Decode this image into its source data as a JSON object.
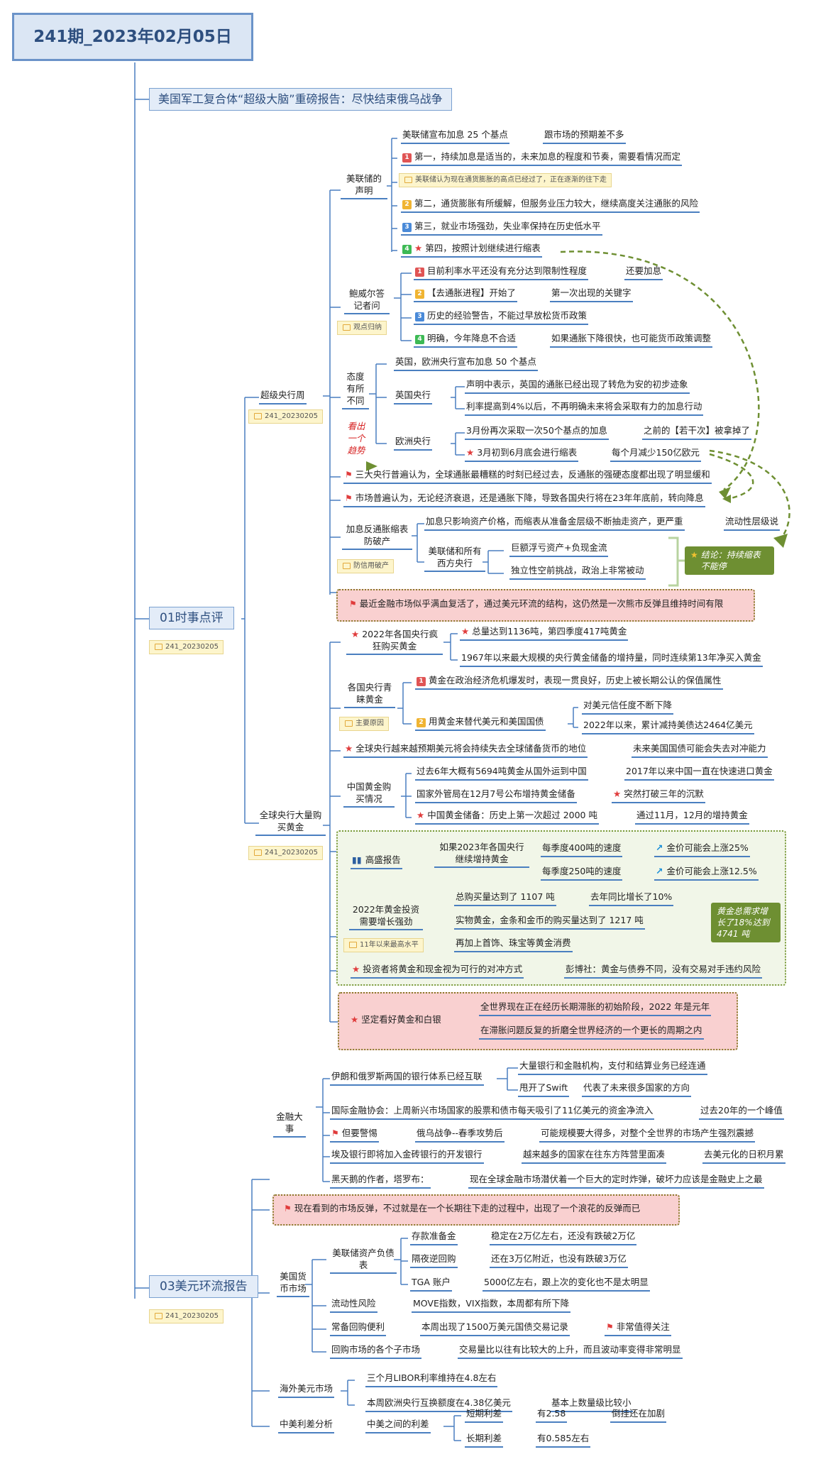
{
  "root": {
    "title": "241期_2023年02月05日"
  },
  "headline": "美国军工复合体“超级大脑”重磅报告：尽快结束俄乌战争",
  "sec01": {
    "title": "01时事点评",
    "tag": "241_20230205",
    "weekly": {
      "label": "超级央行周",
      "tag": "241_20230205",
      "fed": {
        "label": "美联储的声明",
        "hike": "美联储宣布加息 25 个基点",
        "hike_note": "跟市场的预期差不多",
        "p1": "第一，持续加息是适当的，未来加息的程度和节奏，需要看情况而定",
        "p1_note": "美联储认为现在通货膨胀的高点已经过了，正在逐渐的往下走",
        "p2": "第二，通货膨胀有所缓解，但服务业压力较大，继续高度关注通胀的风险",
        "p3": "第三，就业市场强劲，失业率保持在历史低水平",
        "p4": "第四，按照计划继续进行缩表"
      },
      "powell": {
        "label": "鲍威尔答记者问",
        "tag": "观点归纳",
        "p1": "目前利率水平还没有充分达到限制性程度",
        "p1_note": "还要加息",
        "p2": "【去通胀进程】开始了",
        "p2_note": "第一次出现的关键字",
        "p3": "历史的经验警告，不能过早放松货币政策",
        "p4": "明确，今年降息不合适",
        "p4_note": "如果通胀下降很快，也可能货币政策调整"
      },
      "attitude": {
        "label": "态度有所不同",
        "red_note": "看出一个趋势",
        "both": "英国，欧洲央行宣布加息 50 个基点",
        "boe": "英国央行",
        "boe1": "声明中表示，英国的通胀已经出现了转危为安的初步迹象",
        "boe2": "利率提高到4%以后，不再明确未来将会采取有力的加息行动",
        "ecb": "欧洲央行",
        "ecb1": "3月份再次采取一次50个基点的加息",
        "ecb1_note": "之前的【若干次】被拿掉了",
        "ecb2": "3月初到6月底会进行缩表",
        "ecb2_note": "每个月减少150亿欧元"
      },
      "flag1": "三大央行普遍认为，全球通胀最糟糕的时刻已经过去，反通胀的强硬态度都出现了明显缓和",
      "flag2": "市场普遍认为，无论经济衰退，还是通胀下降，导致各国央行将在23年年底前，转向降息",
      "qt": {
        "label": "加息反通胀缩表防破产",
        "tag": "防信用破产",
        "a": "加息只影响资产价格，而缩表从准备金层级不断抽走资产，更严重",
        "a_note": "流动性层级说",
        "west": "美联储和所有西方央行",
        "w1": "巨额浮亏资产+负现金流",
        "w2": "独立性空前挑战，政治上非常被动",
        "conclusion": "结论：持续缩表不能停"
      },
      "warning": "最近金融市场似乎满血复活了，通过美元环流的结构，这仍然是一次熊市反弹且维持时间有限"
    },
    "gold": {
      "label": "全球央行大量购买黄金",
      "tag": "241_20230205",
      "y2022": "2022年各国央行疯狂购买黄金",
      "y1": "总量达到1136吨，第四季度417吨黄金",
      "y2": "1967年以来最大规模的央行黄金储备的增持量，同时连续第13年净买入黄金",
      "green": {
        "label": "各国央行青睐黄金",
        "tag": "主要原因",
        "g1": "黄金在政治经济危机爆发时，表现一贯良好，历史上被长期公认的保值属性",
        "g2": "用黄金来替代美元和美国国债",
        "g2a": "对美元信任度不断下降",
        "g2b": "2022年以来，累计减持美债达2464亿美元"
      },
      "worry": "全球央行越来越预期美元将会持续失去全球储备货币的地位",
      "worry_note": "未来美国国债可能会失去对冲能力",
      "china": {
        "label": "中国黄金购买情况",
        "c1": "过去6年大概有5694吨黄金从国外运到中国",
        "c1_note": "2017年以来中国一直在快速进口黄金",
        "c2": "国家外管局在12月7号公布增持黄金储备",
        "c2_note": "突然打破三年的沉默",
        "c3": "中国黄金储备：历史上第一次超过 2000 吨",
        "c3_note": "通过11月，12月的增持黄金"
      },
      "gs": {
        "label": "高盛报告",
        "cond": "如果2023年各国央行继续增持黄金",
        "s1": "每季度400吨的速度",
        "s1r": "金价可能会上涨25%",
        "s2": "每季度250吨的速度",
        "s2r": "金价可能会上涨12.5%"
      },
      "demand": {
        "label": "2022年黄金投资需要增长强劲",
        "tag": "11年以来最高水平",
        "d1": "总购买量达到了 1107 吨",
        "d1_note": "去年同比增长了10%",
        "d2": "实物黄金，金条和金币的购买量达到了 1217 吨",
        "d3": "再加上首饰、珠宝等黄金消费",
        "summary": "黄金总需求增长了18%达到 4741 吨"
      },
      "hedge": "投资者将黄金和现金视为可行的对冲方式",
      "hedge_note": "彭博社：黄金与债券不同，没有交易对手违约风险",
      "bull": "坚定看好黄金和白银",
      "bull1": "全世界现在正在经历长期滞胀的初始阶段，2022 年是元年",
      "bull2": "在滞胀问题反复的折磨全世界经济的一个更长的周期之内"
    }
  },
  "sec03": {
    "title": "03美元环流报告",
    "tag": "241_20230205",
    "finance": {
      "label": "金融大事",
      "iran": "伊朗和俄罗斯两国的银行体系已经互联",
      "iran1": "大量银行和金融机构，支付和结算业务已经连通",
      "iran2": "甩开了Swift",
      "iran2_note": "代表了未来很多国家的方向",
      "iif": "国际金融协会：上周新兴市场国家的股票和债市每天吸引了11亿美元的资金净流入",
      "iif_note": "过去20年的一个峰值",
      "warn": "但要警惕",
      "warn_a": "俄乌战争--春季攻势后",
      "warn_b": "可能规模要大得多，对整个全世界的市场产生强烈震撼",
      "egypt": "埃及银行即将加入金砖银行的开发银行",
      "egypt_a": "越来越多的国家在往东方阵营里面凑",
      "egypt_b": "去美元化的日积月累",
      "swan": "黑天鹅的作者，塔罗布：",
      "swan_note": "现在全球金融市场潜伏着一个巨大的定时炸弹，破坏力应该是金融史上之最"
    },
    "rebound": "现在看到的市场反弹，不过就是在一个长期往下走的过程中，出现了一个浪花的反弹而已",
    "money": {
      "label": "美国货币市场",
      "bs": "美联储资产负债表",
      "r1": "存款准备金",
      "r1_note": "稳定在2万亿左右，还没有跌破2万亿",
      "r2": "隔夜逆回购",
      "r2_note": "还在3万亿附近，也没有跌破3万亿",
      "r3": "TGA 账户",
      "r3_note": "5000亿左右，跟上次的变化也不是太明显",
      "liq": "流动性风险",
      "liq_note": "MOVE指数，VIX指数，本周都有所下降",
      "repo": "常备回购便利",
      "repo_note": "本周出现了1500万美元国债交易记录",
      "repo_flag": "非常值得关注",
      "sub": "回购市场的各个子市场",
      "sub_note": "交易量比以往有比较大的上升，而且波动率变得非常明显"
    },
    "overseas": {
      "label": "海外美元市场",
      "o1": "三个月LIBOR利率维持在4.8左右",
      "o2": "本周欧洲央行互换额度在4.38亿美元",
      "o2_note": "基本上数量级比较小"
    },
    "spread": {
      "label": "中美利差分析",
      "mid": "中美之间的利差",
      "short": "短期利差",
      "short_v": "有2.58",
      "short_note": "倒挂还在加剧",
      "long": "长期利差",
      "long_v": "有0.585左右"
    }
  },
  "colors": {
    "line": "#4a7fc0",
    "dash": "#6e8f32",
    "accent_red": "#e03c3c"
  }
}
